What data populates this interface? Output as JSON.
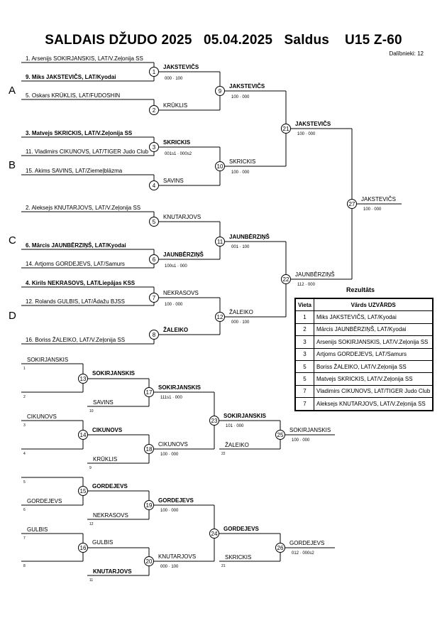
{
  "header": {
    "title": "SALDAIS DŽUDO 2025   05.04.2025   Saldus    U15 Z-60",
    "participants_label": "Dalībnieki: 12"
  },
  "pools": [
    "A",
    "B",
    "C",
    "D"
  ],
  "entries": [
    {
      "text": "1. Arsenijs SOKIRJANSKIS, LAT/V.Zeļonija SS",
      "bold": false
    },
    {
      "text": "9. Miks JAKSTEVIČS, LAT/Kyodai",
      "bold": true
    },
    {
      "text": "5. Oskars KRŪKLIS, LAT/FUDOSHIN",
      "bold": false
    },
    {
      "text": "3. Matvejs SKRICKIS, LAT/V.Zeļonija SS",
      "bold": true
    },
    {
      "text": "11. Vladimirs CIKUNOVS, LAT/TIGER Judo Club",
      "bold": false
    },
    {
      "text": "15. Akims SAVINS, LAT/Ziemeļblāzma",
      "bold": false
    },
    {
      "text": "2. Aleksejs KNUTARJOVS, LAT/V.Zeļonija SS",
      "bold": false
    },
    {
      "text": "6. Mārcis JAUNBĒRZIŅŠ, LAT/Kyodai",
      "bold": true
    },
    {
      "text": "14. Artjoms GORDEJEVS, LAT/Samurs",
      "bold": false
    },
    {
      "text": "4. Kirils NEKRASOVS, LAT/Liepājas KSS",
      "bold": true
    },
    {
      "text": "12. Rolands GULBIS, LAT/Ādažu BJSS",
      "bold": false
    },
    {
      "text": "16. Boriss ŽALEIKO, LAT/V.Zeļonija SS",
      "bold": false
    }
  ],
  "matches": [
    {
      "num": "1",
      "winner": "JAKSTEVIČS",
      "score": "000 · 100",
      "bold": true
    },
    {
      "num": "2",
      "winner": "KRŪKLIS",
      "score": "",
      "bold": false
    },
    {
      "num": "3",
      "winner": "SKRICKIS",
      "score": "001s1 · 000s2",
      "bold": true
    },
    {
      "num": "4",
      "winner": "SAVINS",
      "score": "",
      "bold": false
    },
    {
      "num": "5",
      "winner": "KNUTARJOVS",
      "score": "",
      "bold": false
    },
    {
      "num": "6",
      "winner": "JAUNBĒRZIŅŠ",
      "score": "100s1 · 000",
      "bold": true
    },
    {
      "num": "7",
      "winner": "NEKRASOVS",
      "score": "100 · 000",
      "bold": false
    },
    {
      "num": "8",
      "winner": "ŽALEIKO",
      "score": "",
      "bold": true
    },
    {
      "num": "9",
      "winner": "JAKSTEVIČS",
      "score": "100 · 000",
      "bold": true
    },
    {
      "num": "10",
      "winner": "SKRICKIS",
      "score": "100 · 000",
      "bold": false
    },
    {
      "num": "11",
      "winner": "JAUNBĒRZIŅŠ",
      "score": "001 · 100",
      "bold": true
    },
    {
      "num": "12",
      "winner": "ŽALEIKO",
      "score": "000 · 100",
      "bold": false
    },
    {
      "num": "21",
      "winner": "JAKSTEVIČS",
      "score": "100 · 000",
      "bold": true
    },
    {
      "num": "22",
      "winner": "JAUNBĒRZIŅŠ",
      "score": "112 · 000",
      "bold": false
    },
    {
      "num": "27",
      "winner": "JAKSTEVIČS",
      "score": "100 · 000",
      "bold": false
    },
    {
      "num": "13",
      "winner": "SOKIRJANSKIS",
      "score": "",
      "bold": true
    },
    {
      "num": "17",
      "winner": "SOKIRJANSKIS",
      "score": "111s1 · 000",
      "bold": true
    },
    {
      "num": "14",
      "winner": "CIKUNOVS",
      "score": "",
      "bold": true
    },
    {
      "num": "18",
      "winner": "CIKUNOVS",
      "score": "100 · 000",
      "bold": false
    },
    {
      "num": "23",
      "winner": "SOKIRJANSKIS",
      "score": "101 · 000",
      "bold": true
    },
    {
      "num": "25",
      "winner": "SOKIRJANSKIS",
      "score": "100 · 000",
      "bold": false
    },
    {
      "num": "15",
      "winner": "GORDEJEVS",
      "score": "",
      "bold": true
    },
    {
      "num": "19",
      "winner": "GORDEJEVS",
      "score": "100 · 000",
      "bold": true
    },
    {
      "num": "16",
      "winner": "GULBIS",
      "score": "",
      "bold": false
    },
    {
      "num": "20",
      "winner": "KNUTARJOVS",
      "score": "000 · 100",
      "bold": false
    },
    {
      "num": "24",
      "winner": "GORDEJEVS",
      "score": "",
      "bold": true
    },
    {
      "num": "26",
      "winner": "GORDEJEVS",
      "score": "012 · 000s2",
      "bold": false
    }
  ],
  "repechage_labels": [
    {
      "name": "SOKIRJANSKIS",
      "ref": "1"
    },
    {
      "name": "",
      "ref": "2"
    },
    {
      "name": "SAVINS",
      "ref": "10"
    },
    {
      "name": "CIKUNOVS",
      "ref": "3"
    },
    {
      "name": "",
      "ref": "4"
    },
    {
      "name": "KRŪKLIS",
      "ref": "9"
    },
    {
      "name": "ŽALEIKO",
      "ref": "22"
    },
    {
      "name": "",
      "ref": "5"
    },
    {
      "name": "GORDEJEVS",
      "ref": "6"
    },
    {
      "name": "NEKRASOVS",
      "ref": "12"
    },
    {
      "name": "GULBIS",
      "ref": "7"
    },
    {
      "name": "",
      "ref": "8"
    },
    {
      "name": "KNUTARJOVS",
      "ref": "11"
    },
    {
      "name": "SKRICKIS",
      "ref": "21"
    }
  ],
  "results": {
    "title": "Rezultāts",
    "headers": [
      "Vieta",
      "Vārds UZVĀRDS"
    ],
    "rows": [
      {
        "rank": "1",
        "name": "Miks JAKSTEVIČS, LAT/Kyodai"
      },
      {
        "rank": "2",
        "name": "Mārcis JAUNBĒRZIŅŠ, LAT/Kyodai"
      },
      {
        "rank": "3",
        "name": "Arsenijs SOKIRJANSKIS, LAT/V.Zeļonija SS"
      },
      {
        "rank": "3",
        "name": "Artjoms GORDEJEVS, LAT/Samurs"
      },
      {
        "rank": "5",
        "name": "Boriss ŽALEIKO, LAT/V.Zeļonija SS"
      },
      {
        "rank": "5",
        "name": "Matvejs SKRICKIS, LAT/V.Zeļonija SS"
      },
      {
        "rank": "7",
        "name": "Vladimirs CIKUNOVS, LAT/TIGER Judo Club"
      },
      {
        "rank": "7",
        "name": "Aleksejs KNUTARJOVS, LAT/V.Zeļonija SS"
      }
    ]
  }
}
